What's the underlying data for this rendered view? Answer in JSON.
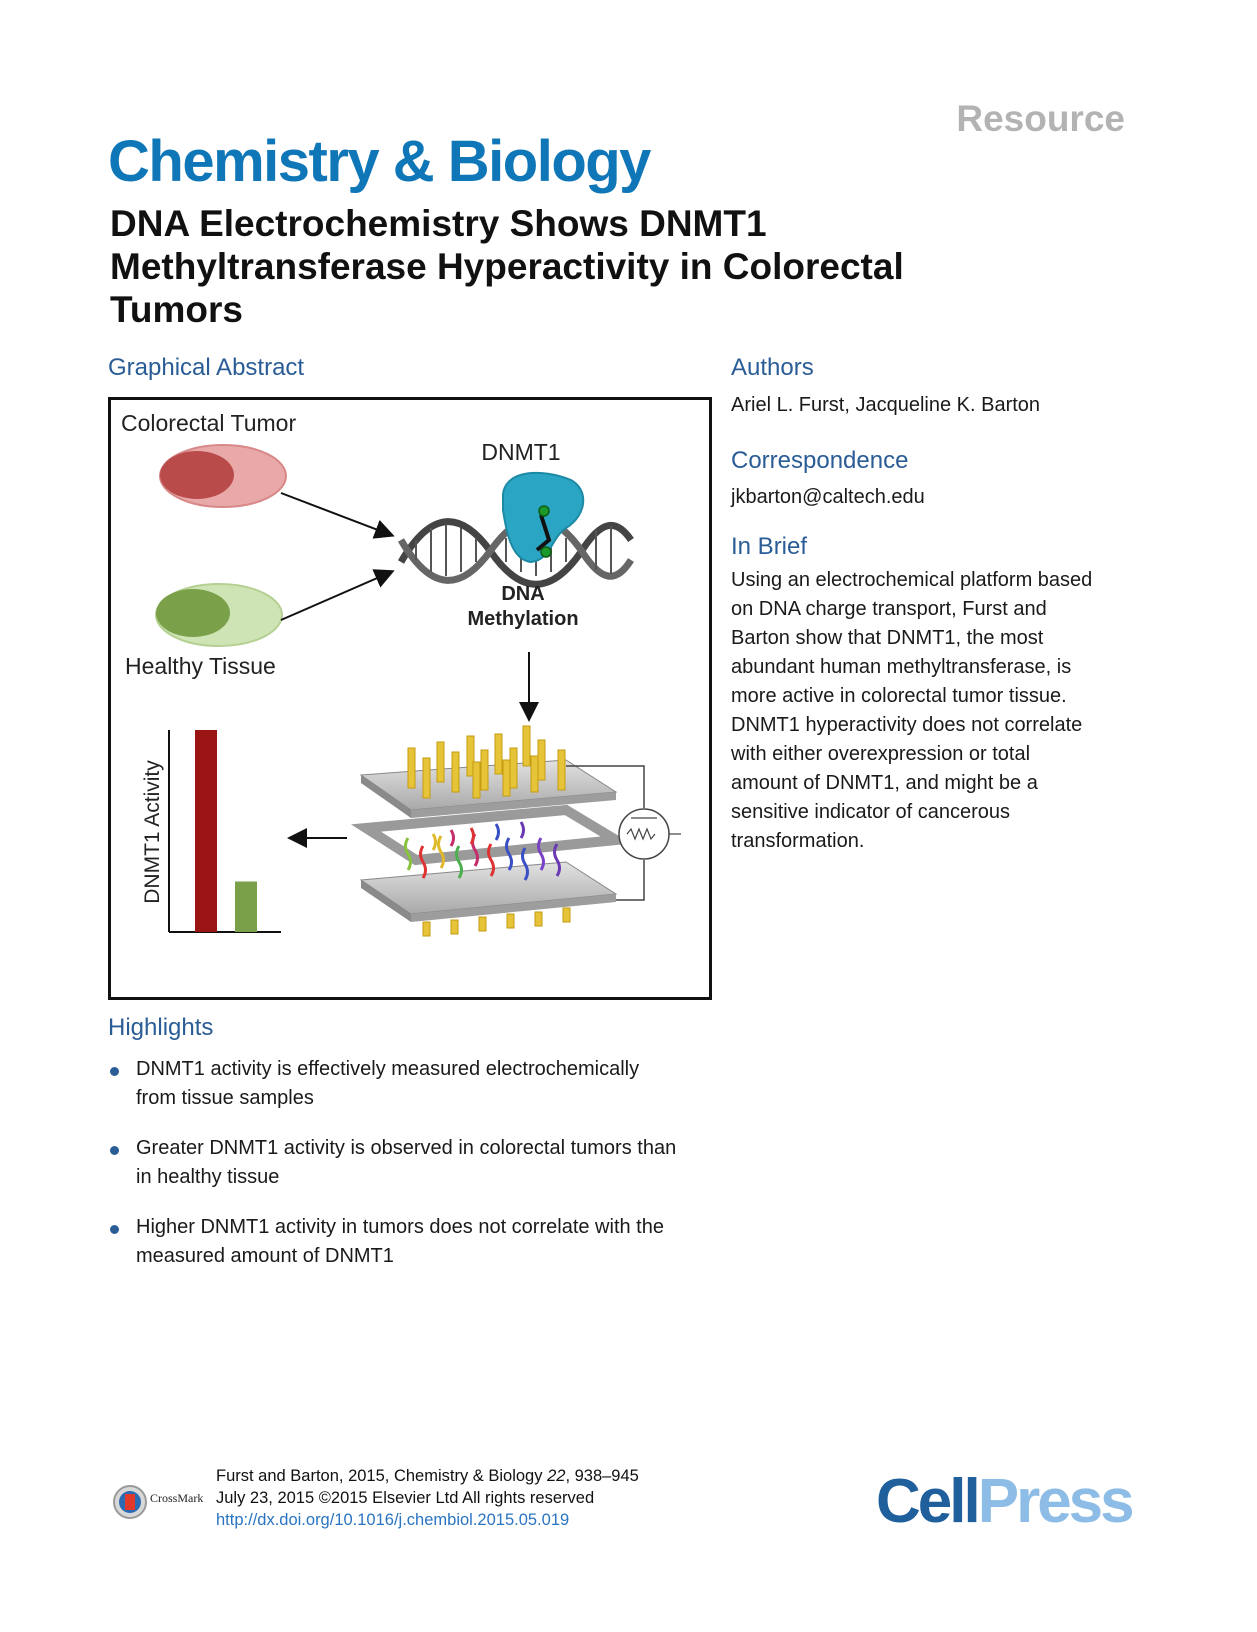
{
  "header": {
    "article_type": "Resource",
    "journal": "Chemistry & Biology",
    "title": "DNA Electrochemistry Shows DNMT1 Methyltransferase Hyperactivity in Colorectal Tumors"
  },
  "graphical_abstract": {
    "heading": "Graphical Abstract",
    "labels": {
      "colorectal_tumor": "Colorectal Tumor",
      "healthy_tissue": "Healthy Tissue",
      "enzyme": "DNMT1",
      "dna_methylation_line1": "DNA",
      "dna_methylation_line2": "Methylation",
      "bar_axis": "DNMT1 Activity"
    },
    "bars": [
      {
        "label": "Colorectal Tumor",
        "relative_activity": 1.0,
        "color": "#9b1414"
      },
      {
        "label": "Healthy Tissue",
        "relative_activity": 0.25,
        "color": "#7aa14a"
      }
    ]
  },
  "authors": {
    "heading": "Authors",
    "names": "Ariel L. Furst, Jacqueline K. Barton"
  },
  "correspondence": {
    "heading": "Correspondence",
    "email": "jkbarton@caltech.edu"
  },
  "in_brief": {
    "heading": "In Brief",
    "lines": [
      "Using an electrochemical platform based",
      "on DNA charge transport, Furst and",
      "Barton show that DNMT1, the most",
      "abundant human methyltransferase, is",
      "more active in colorectal tumor tissue.",
      "DNMT1 hyperactivity does not correlate",
      "with either overexpression or total",
      "amount of DNMT1, and might be a",
      "sensitive indicator of cancerous",
      "transformation."
    ]
  },
  "highlights": {
    "heading": "Highlights",
    "items": [
      {
        "line1": "DNMT1 activity is effectively measured electrochemically",
        "line2": "from tissue samples"
      },
      {
        "line1": "Greater DNMT1 activity is observed in colorectal tumors than",
        "line2": "in healthy tissue"
      },
      {
        "line1": "Higher DNMT1 activity in tumors does not correlate with the",
        "line2": "measured amount of DNMT1"
      }
    ]
  },
  "footer": {
    "citation_prefix": "Furst and Barton, 2015, Chemistry & Biology ",
    "citation_volume": "22",
    "citation_pages": ", 938–945",
    "date_line": "July 23, 2015 ©2015 Elsevier Ltd All rights reserved",
    "doi": "http://dx.doi.org/10.1016/j.chembiol.2015.05.019",
    "crossmark": "CrossMark",
    "publisher_part1": "Cell",
    "publisher_part2": "Press"
  },
  "colors": {
    "journal_blue": "#0f77b7",
    "section_blue": "#2a5c96",
    "tumor_red": "#9b1414",
    "healthy_green": "#7aa14a",
    "enzyme_teal": "#2aa6c4"
  }
}
